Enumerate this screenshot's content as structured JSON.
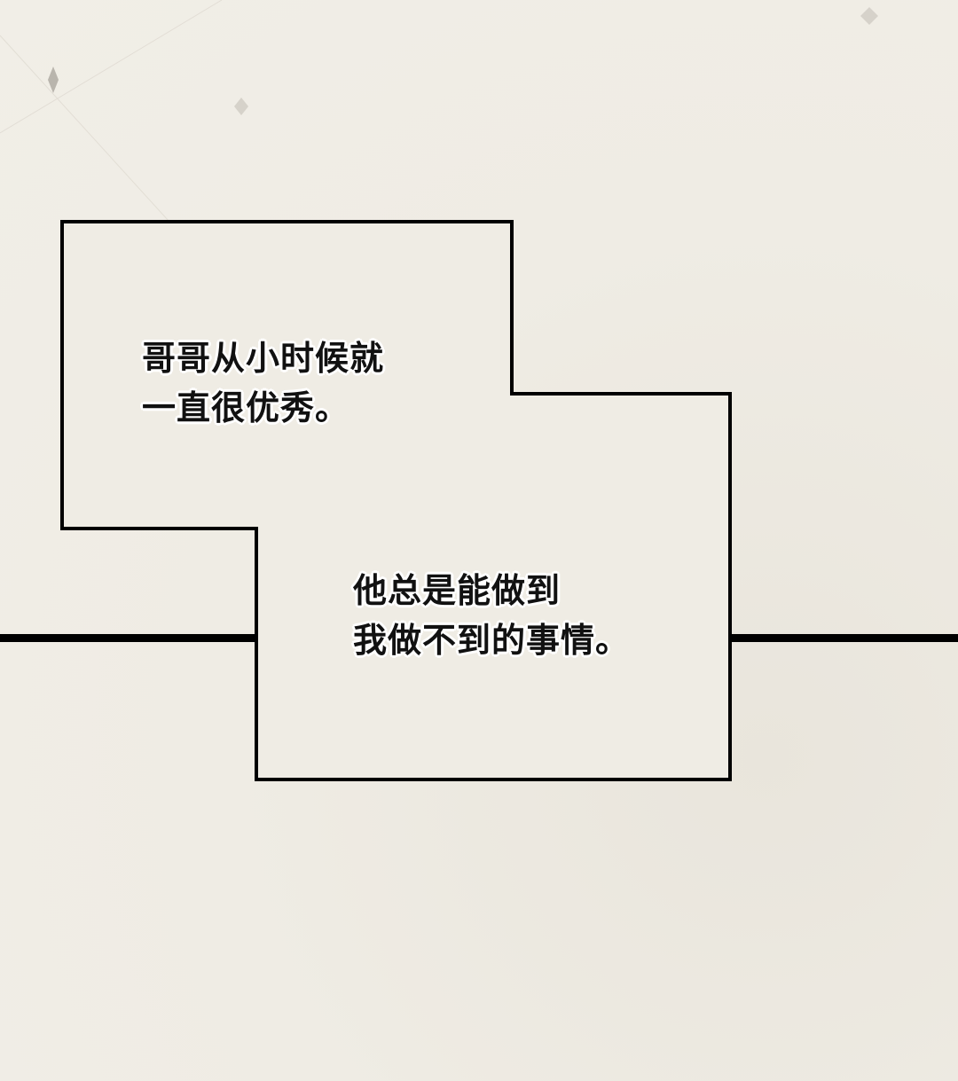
{
  "captions": [
    {
      "lines": [
        "哥哥从小时候就",
        "一直很优秀。"
      ]
    },
    {
      "lines": [
        "他总是能做到",
        "我做不到的事情。"
      ]
    }
  ],
  "colors": {
    "background": "#efece4",
    "border": "#000000",
    "text": "#111111"
  }
}
